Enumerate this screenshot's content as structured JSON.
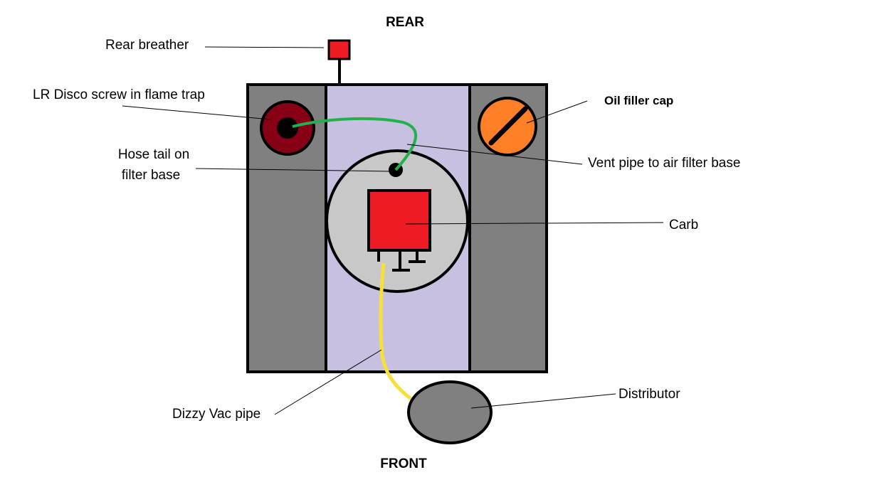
{
  "labels": {
    "rear": "REAR",
    "front": "FRONT",
    "rear_breather": "Rear breather",
    "flame_trap": "LR Disco screw in flame trap",
    "oil_filler_cap": "Oil filler cap",
    "hose_tail_line1": "Hose tail on",
    "hose_tail_line2": "filter base",
    "vent_pipe": "Vent pipe to air filter base",
    "carb": "Carb",
    "dizzy_vac_pipe": "Dizzy Vac pipe",
    "distributor": "Distributor"
  },
  "colors": {
    "rocker_cover": "#808080",
    "intake_plenum": "#c8c0e0",
    "air_filter_base": "#c8c8c8",
    "carb": "#ed1c24",
    "rear_breather": "#ed1c24",
    "flame_trap_outer": "#880015",
    "oil_filler_cap": "#ff7f27",
    "vent_pipe": "#22b14c",
    "vac_pipe": "#f7e03a",
    "distributor": "#808080",
    "outline": "#000000"
  }
}
